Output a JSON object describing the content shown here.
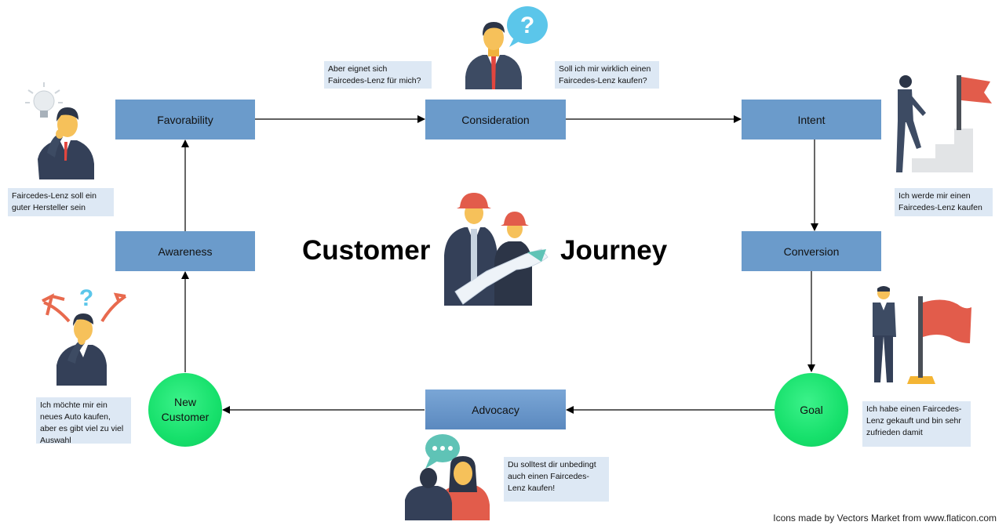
{
  "title": {
    "left": "Customer",
    "right": "Journey"
  },
  "stages": {
    "favorability": "Favorability",
    "consideration": "Consideration",
    "intent": "Intent",
    "awareness": "Awareness",
    "conversion": "Conversion",
    "advocacy": "Advocacy",
    "new_customer": "New Customer",
    "goal": "Goal"
  },
  "notes": {
    "consideration_left": "Aber eignet sich Faircedes-Lenz für mich?",
    "consideration_right": "Soll ich mir wirklich einen Faircedes-Lenz kaufen?",
    "favorability": "Faircedes-Lenz soll ein guter Hersteller sein",
    "intent": "Ich werde mir einen Faircedes-Lenz kaufen",
    "new_customer": "Ich möchte mir ein neues Auto kaufen, aber es gibt viel zu viel Auswahl",
    "goal": "Ich habe einen Faircedes-Lenz gekauft und bin sehr zufrieden damit",
    "advocacy": "Du solltest dir unbedingt auch einen Faircedes-Lenz kaufen!"
  },
  "icons": {
    "consideration": "businessman-question-icon",
    "favorability": "businessman-idea-icon",
    "intent": "businessman-climbing-stairs-icon",
    "center": "engineers-blueprint-icon",
    "awareness": "businessman-confused-icon",
    "goal": "businessman-flag-icon",
    "advocacy": "people-talking-icon"
  },
  "credit": "Icons made by Vectors Market from www.flaticon.com",
  "colors": {
    "box": "#6b9bcb",
    "note": "#dde8f4",
    "circle": "#16e06b"
  }
}
